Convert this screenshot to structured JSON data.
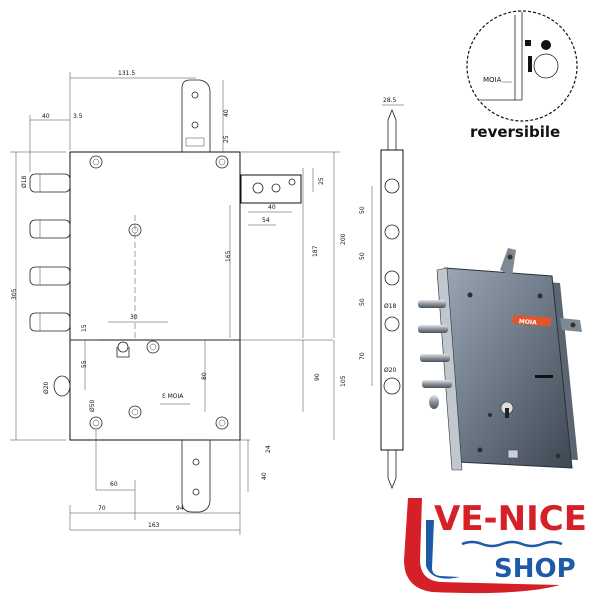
{
  "drawing": {
    "dims": {
      "d131_5": "131.5",
      "d40_top": "40",
      "d3_5": "3.5",
      "d40_hook": "40",
      "d25_hook": "25",
      "d18_left": "Ø18",
      "d305": "305",
      "d165": "165",
      "d187": "187",
      "d200": "200",
      "d40_right": "40",
      "d54": "54",
      "d25_right": "25",
      "d30": "30",
      "d15": "15",
      "d55": "55",
      "d80": "80",
      "d90": "90",
      "d105": "105",
      "d20_left": "Ø20",
      "d50_left": "Ø50",
      "d24": "24",
      "d60": "60",
      "d40_bot": "40",
      "d70": "70",
      "d94": "94",
      "d163": "163"
    },
    "side": {
      "d28_5": "28.5",
      "d50_a": "50",
      "d50_b": "50",
      "d50_c": "50",
      "d18": "Ø18",
      "d70": "70",
      "d20": "Ø20"
    },
    "logo_plate": "Ɛ MOIA"
  },
  "inset": {
    "text_moia": "MOIA",
    "caption": "reversibile"
  },
  "photo": {
    "label_sticker": "MOIA"
  },
  "brand": {
    "line1": "VE-NICE",
    "line2": "SHOP",
    "red": "#d62027",
    "blue": "#1e5aa8"
  }
}
